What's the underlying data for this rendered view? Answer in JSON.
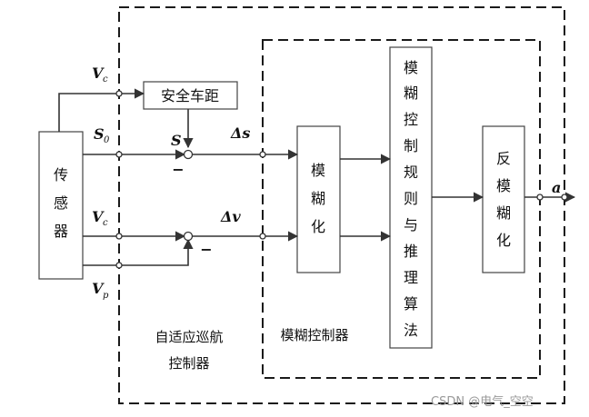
{
  "blocks": {
    "sensor": [
      "传",
      "感",
      "器"
    ],
    "safe_distance": "安全车距",
    "fuzzify": [
      "模",
      "糊",
      "化"
    ],
    "rules": [
      "模",
      "糊",
      "控",
      "制",
      "规",
      "则",
      "与",
      "推",
      "理",
      "算",
      "法"
    ],
    "defuzzify": [
      "反",
      "模",
      "糊",
      "化"
    ]
  },
  "regions": {
    "outer_line1": "自适应巡航",
    "outer_line2": "控制器",
    "inner": "模糊控制器"
  },
  "signals": {
    "vc_top": "V",
    "vc_top_sub": "c",
    "s0": "S",
    "s0_sub": "0",
    "s": "S",
    "delta_s": "Δs",
    "vc_mid": "V",
    "vc_mid_sub": "c",
    "delta_v": "Δv",
    "vp": "V",
    "vp_sub": "p",
    "output": "a"
  },
  "signs": {
    "sum1_minus": "−",
    "sum2_minus": "−"
  },
  "watermark": "CSDN @电气_空空"
}
